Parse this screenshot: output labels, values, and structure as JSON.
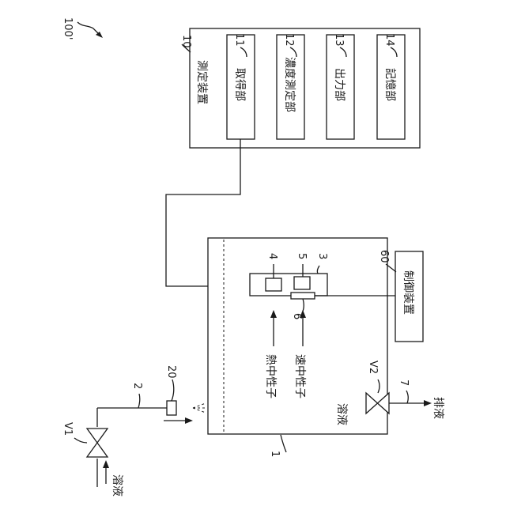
{
  "figure_ref": "100'",
  "measuring_device": {
    "ref": "10",
    "label": "測定装置",
    "units": [
      {
        "ref": "11",
        "label": "取得部"
      },
      {
        "ref": "12",
        "label": "濃度測定部"
      },
      {
        "ref": "13",
        "label": "出力部"
      },
      {
        "ref": "14",
        "label": "記憶部"
      }
    ]
  },
  "tank": {
    "ref": "1",
    "liquid_label": "溶液"
  },
  "sensor": {
    "ref": "3",
    "element_a_ref": "4",
    "element_b_ref": "5",
    "element_c_ref": "6"
  },
  "neutrons": {
    "thermal": "熱中性子",
    "fast": "速中性子"
  },
  "control_device": {
    "ref": "60",
    "label": "制御装置"
  },
  "inlet": {
    "pipe_ref": "2",
    "valve": "V1",
    "nozzle_ref": "20",
    "liquid_label": "溶液"
  },
  "outlet": {
    "pipe_ref": "7",
    "valve": "V2",
    "drain_label": "排液"
  }
}
